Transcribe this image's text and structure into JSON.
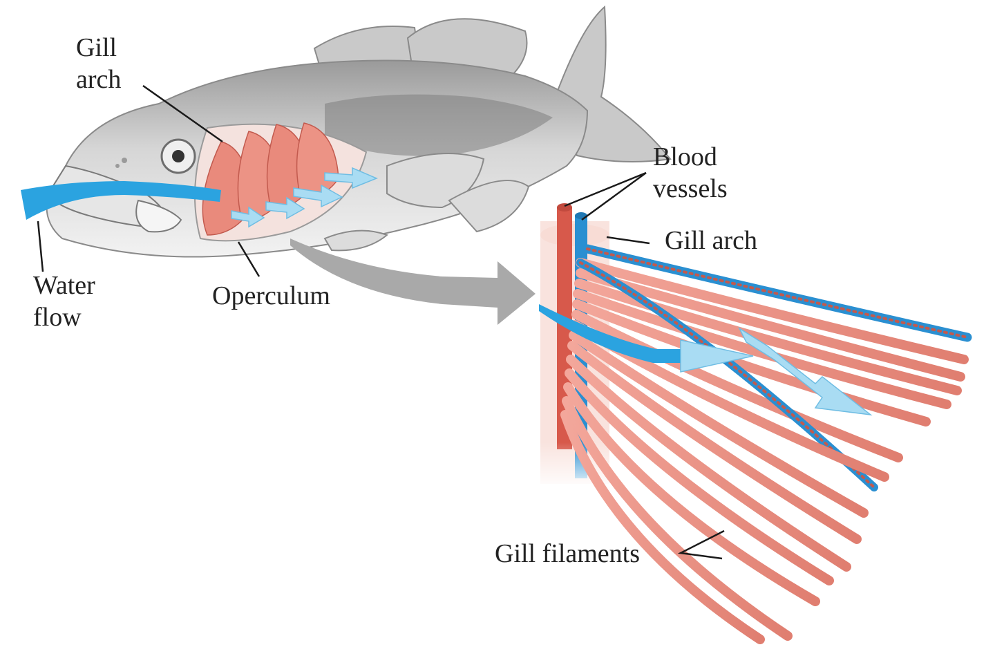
{
  "labels": {
    "gill_arch_top": {
      "line1": "Gill",
      "line2": "arch"
    },
    "water_flow": {
      "line1": "Water",
      "line2": "flow"
    },
    "operculum": "Operculum",
    "blood_vessels": {
      "line1": "Blood",
      "line2": "vessels"
    },
    "gill_arch_right": "Gill arch",
    "gill_filaments": "Gill filaments"
  },
  "colors": {
    "water": "#2ba3e0",
    "water_arrow": "#a9dcf3",
    "gill_tissue": "#e98a7c",
    "gill_tissue_dark": "#c25a4e",
    "artery": "#d7594b",
    "vein": "#2a8fd1",
    "fish_body": "#d2d2d2",
    "fish_shade": "#8e8e8e",
    "pointer_arrow": "#a9a9a9",
    "leader_line": "#1a1a1a"
  },
  "icons": {
    "fish": "fish-illustration",
    "gill_detail": "gill-filament-illustration",
    "zoom": "zoom-arrow"
  }
}
